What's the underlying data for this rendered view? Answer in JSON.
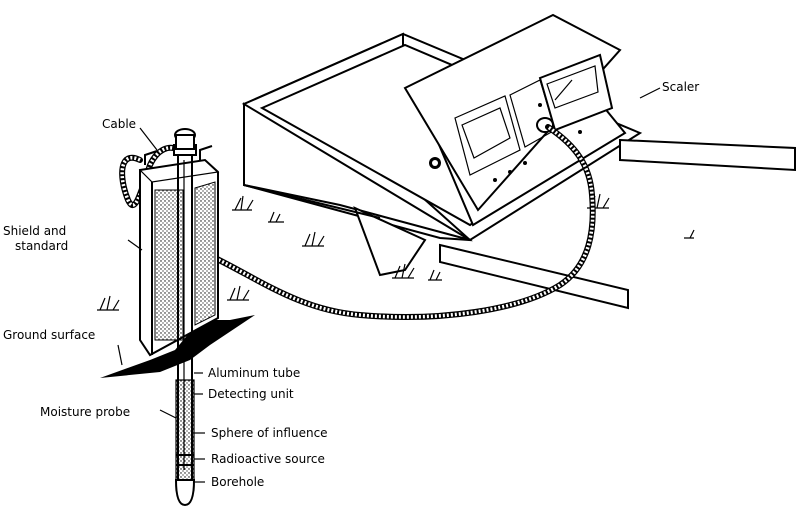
{
  "labels": {
    "cable": "Cable",
    "shield_line1": "Shield and",
    "shield_line2": "standard",
    "ground_surface": "Ground surface",
    "moisture_probe": "Moisture probe",
    "aluminum_tube": "Aluminum tube",
    "detecting_unit": "Detecting unit",
    "sphere_of_influence": "Sphere of influence",
    "radioactive_source": "Radioactive source",
    "borehole": "Borehole",
    "scaler": "Scaler"
  }
}
